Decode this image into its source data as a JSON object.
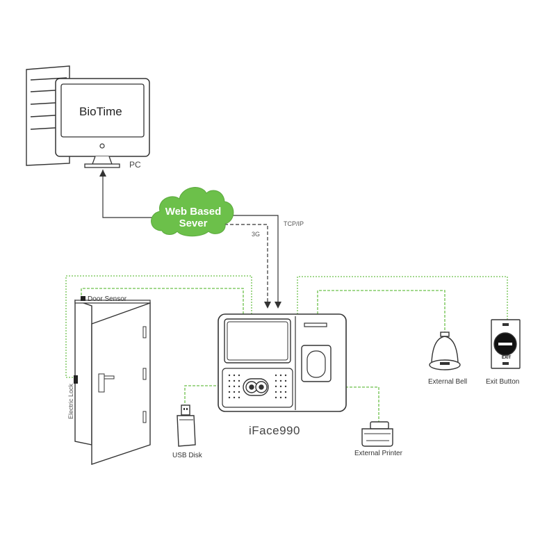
{
  "pc": {
    "screen_text": "BioTime",
    "label": "PC"
  },
  "cloud": {
    "line1": "Web Based",
    "line2": "Sever"
  },
  "links": {
    "tcpip": "TCP/IP",
    "threeg": "3G"
  },
  "device": {
    "name": "iFace990"
  },
  "peripherals": {
    "door_sensor": "Door Sensor",
    "electric_lock": "Electric Lock",
    "usb_disk": "USB Disk",
    "external_printer": "External Printer",
    "external_bell": "External Bell",
    "exit_button": "Exit Button",
    "exit_button_text": "EXIT"
  },
  "colors": {
    "cloud": "#6cc04a",
    "wire_green": "#6cc04a",
    "outline": "#333333"
  }
}
